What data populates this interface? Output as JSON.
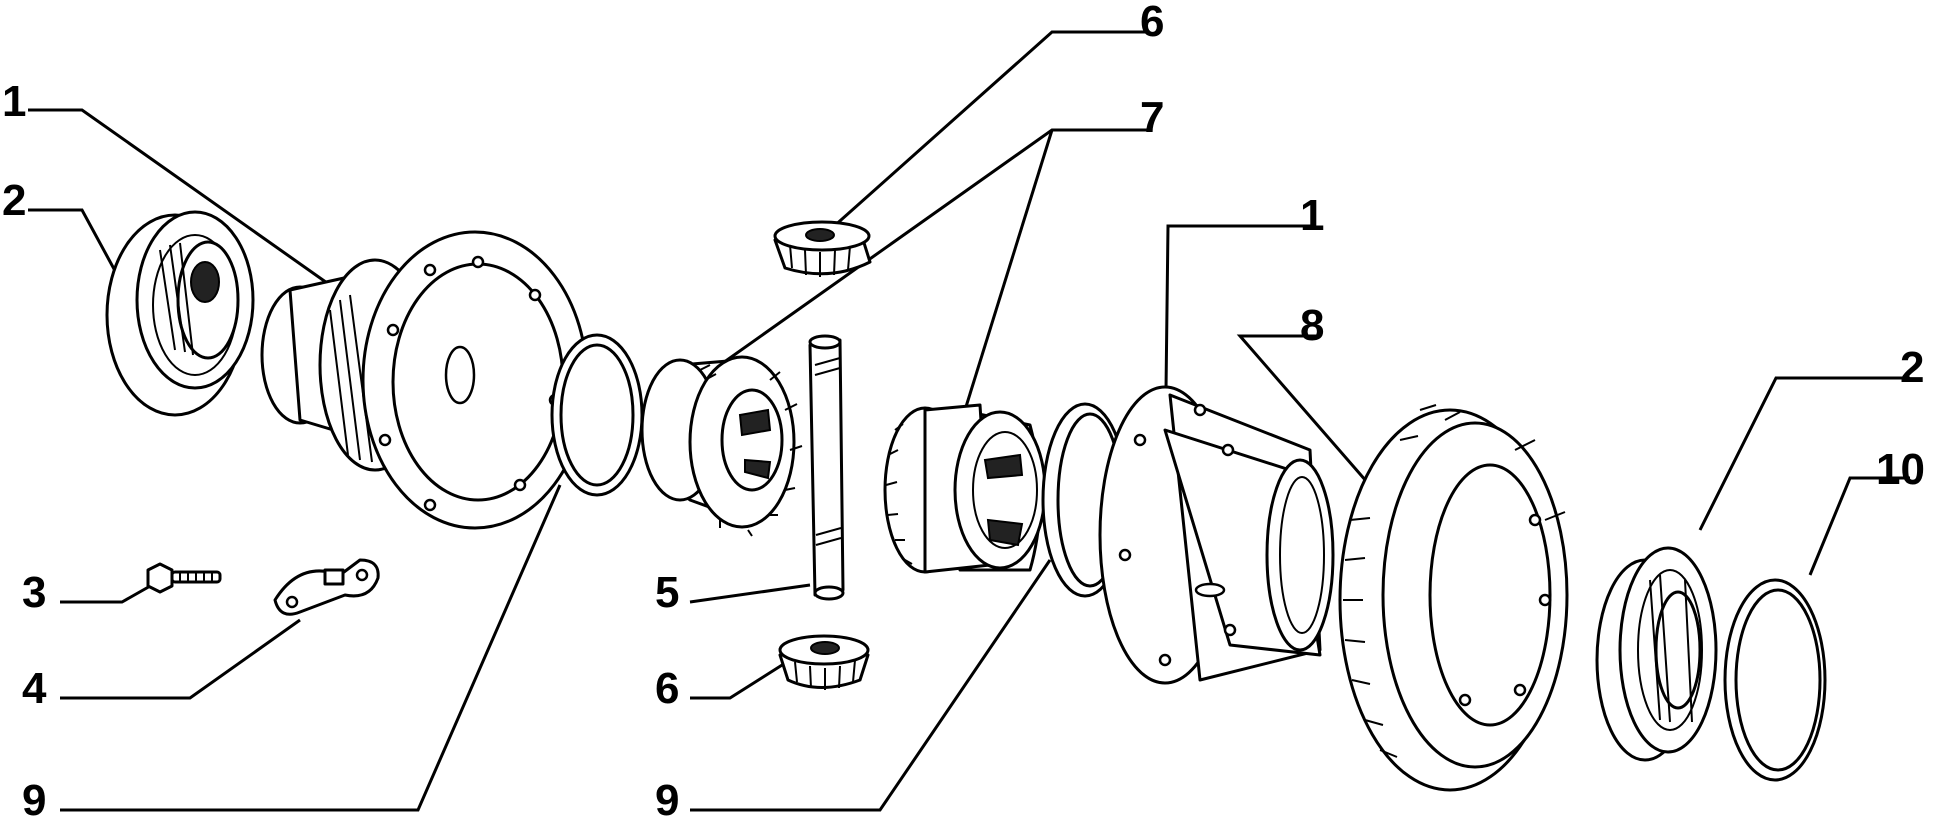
{
  "callouts": [
    {
      "id": "c1a",
      "label": "1"
    },
    {
      "id": "c2a",
      "label": "2"
    },
    {
      "id": "c3",
      "label": "3"
    },
    {
      "id": "c4",
      "label": "4"
    },
    {
      "id": "c9a",
      "label": "9"
    },
    {
      "id": "c6a",
      "label": "6"
    },
    {
      "id": "c7",
      "label": "7"
    },
    {
      "id": "c5",
      "label": "5"
    },
    {
      "id": "c6b",
      "label": "6"
    },
    {
      "id": "c9b",
      "label": "9"
    },
    {
      "id": "c1b",
      "label": "1"
    },
    {
      "id": "c8",
      "label": "8"
    },
    {
      "id": "c2b",
      "label": "2"
    },
    {
      "id": "c10",
      "label": "10"
    }
  ]
}
